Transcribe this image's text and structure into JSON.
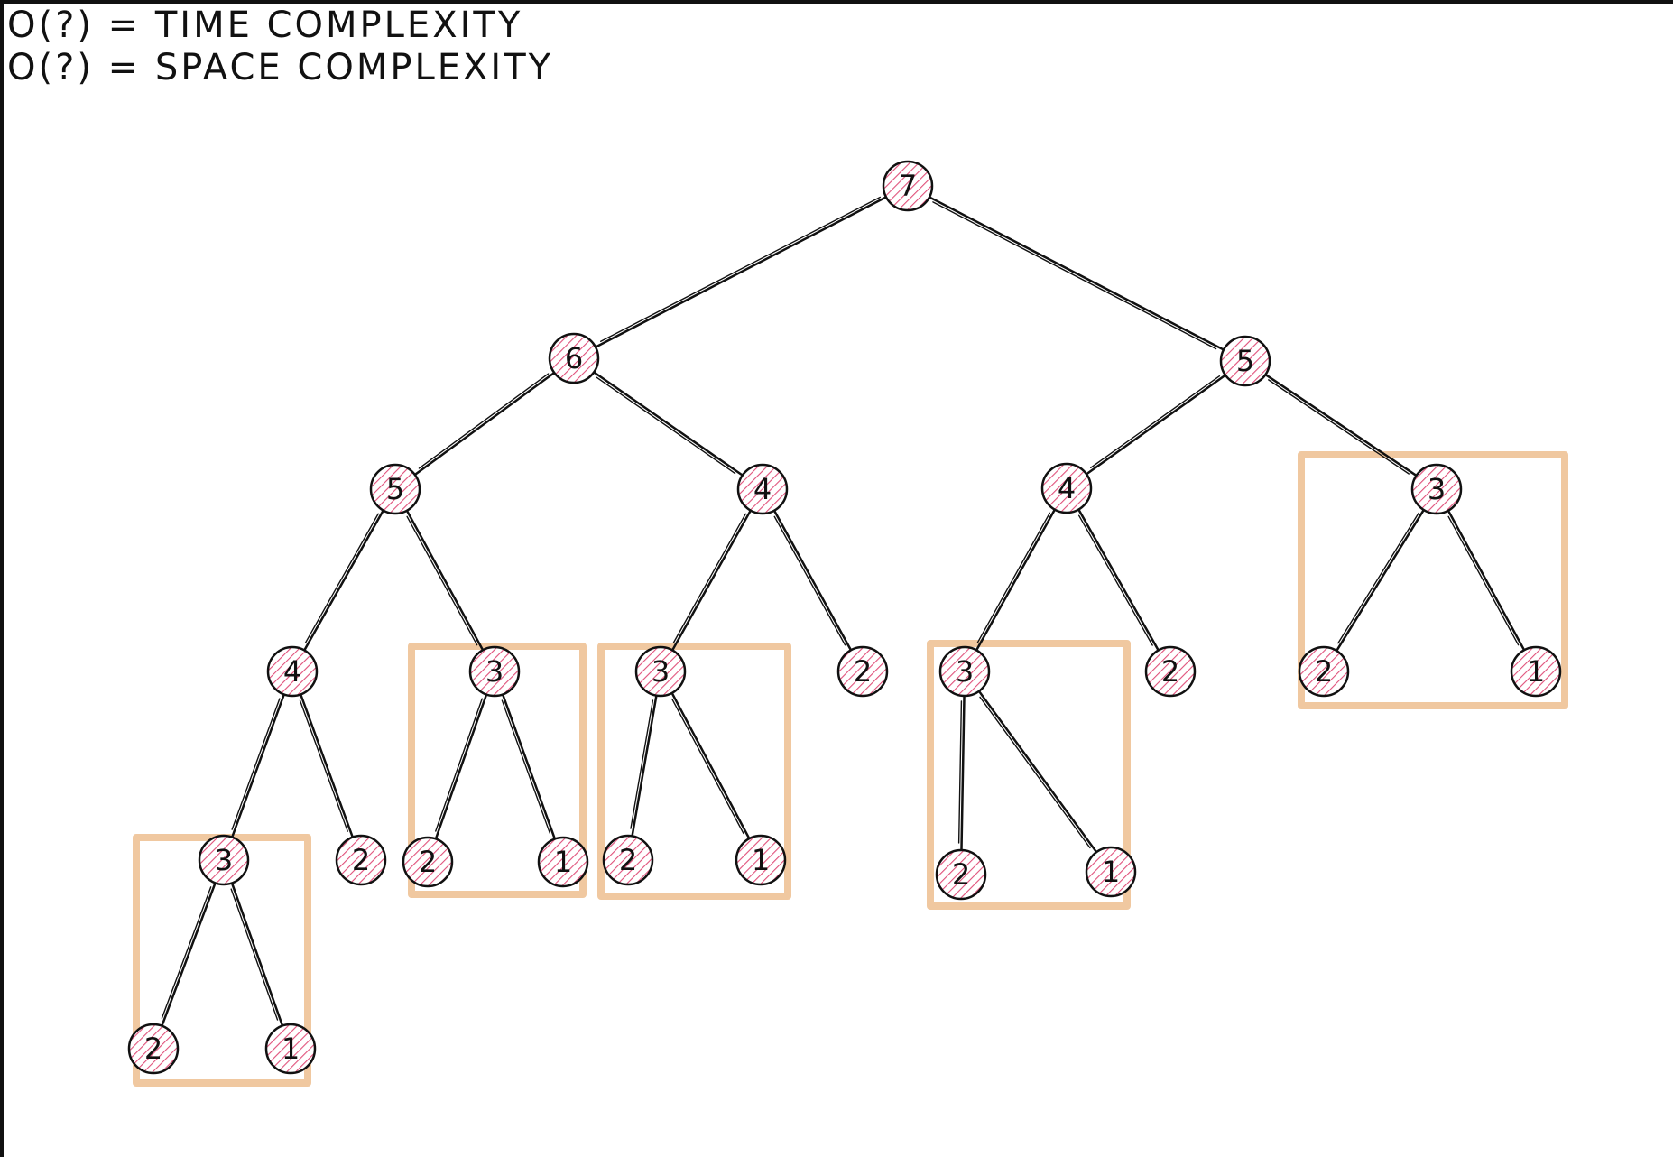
{
  "headings": [
    "O(?) = TIME COMPLEXITY",
    "O(?) = SPACE COMPLEXITY"
  ],
  "colors": {
    "node_hatch": "#e0507a",
    "highlight_box": "#f0c8a0",
    "ink": "#111111"
  },
  "tree": {
    "nodes": [
      {
        "id": "n1",
        "label": "7"
      },
      {
        "id": "n2",
        "label": "6"
      },
      {
        "id": "n3",
        "label": "5"
      },
      {
        "id": "n4",
        "label": "5"
      },
      {
        "id": "n5",
        "label": "4"
      },
      {
        "id": "n6",
        "label": "4"
      },
      {
        "id": "n7",
        "label": "3"
      },
      {
        "id": "n8",
        "label": "4"
      },
      {
        "id": "n9",
        "label": "3"
      },
      {
        "id": "n10",
        "label": "3"
      },
      {
        "id": "n11",
        "label": "2"
      },
      {
        "id": "n12",
        "label": "3"
      },
      {
        "id": "n13",
        "label": "2"
      },
      {
        "id": "n14",
        "label": "2"
      },
      {
        "id": "n15",
        "label": "1"
      },
      {
        "id": "n16",
        "label": "3"
      },
      {
        "id": "n17",
        "label": "2"
      },
      {
        "id": "n18",
        "label": "2"
      },
      {
        "id": "n19",
        "label": "1"
      },
      {
        "id": "n20",
        "label": "2"
      },
      {
        "id": "n21",
        "label": "1"
      },
      {
        "id": "n22",
        "label": "2"
      },
      {
        "id": "n23",
        "label": "1"
      },
      {
        "id": "n24",
        "label": "2"
      },
      {
        "id": "n25",
        "label": "1"
      }
    ],
    "edges": [
      [
        "n1",
        "n2"
      ],
      [
        "n1",
        "n3"
      ],
      [
        "n2",
        "n4"
      ],
      [
        "n2",
        "n5"
      ],
      [
        "n3",
        "n6"
      ],
      [
        "n3",
        "n7"
      ],
      [
        "n4",
        "n8"
      ],
      [
        "n4",
        "n9"
      ],
      [
        "n5",
        "n10"
      ],
      [
        "n5",
        "n11"
      ],
      [
        "n6",
        "n12"
      ],
      [
        "n6",
        "n13"
      ],
      [
        "n7",
        "n14"
      ],
      [
        "n7",
        "n15"
      ],
      [
        "n8",
        "n16"
      ],
      [
        "n8",
        "n17"
      ],
      [
        "n9",
        "n18"
      ],
      [
        "n9",
        "n19"
      ],
      [
        "n10",
        "n20"
      ],
      [
        "n10",
        "n21"
      ],
      [
        "n12",
        "n22"
      ],
      [
        "n12",
        "n23"
      ],
      [
        "n16",
        "n24"
      ],
      [
        "n16",
        "n25"
      ]
    ]
  }
}
